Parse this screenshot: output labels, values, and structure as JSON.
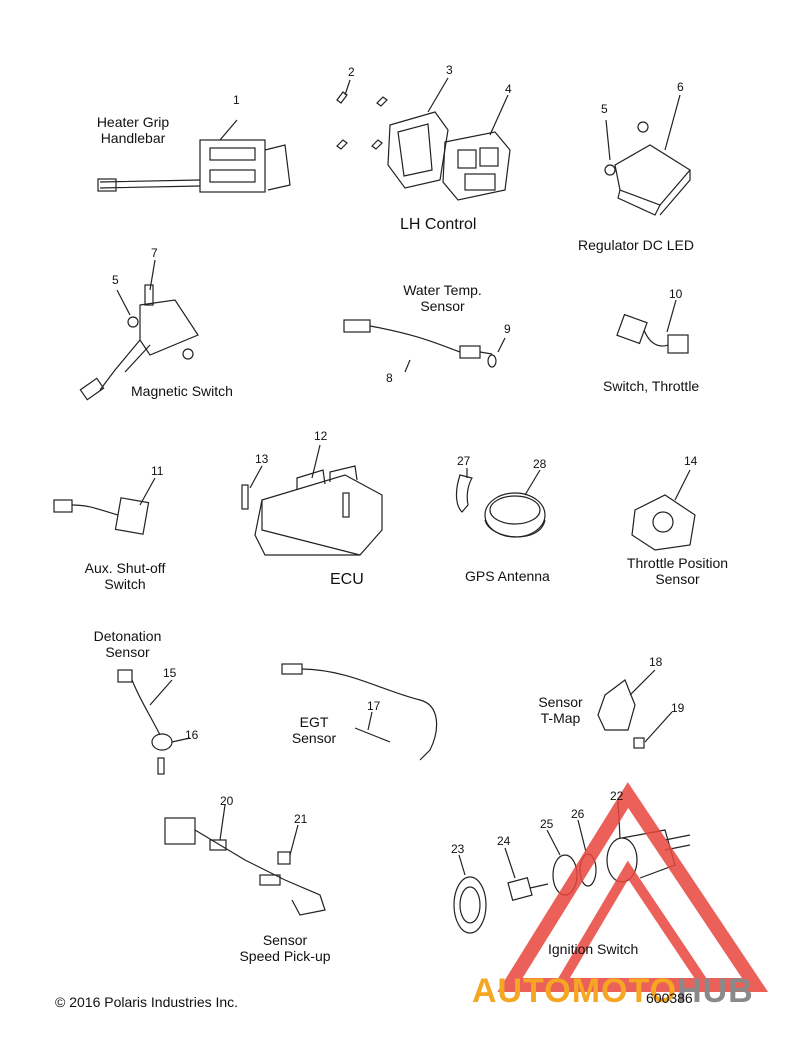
{
  "groups": [
    {
      "key": "heater_grip",
      "label": "Heater Grip\nHandlebar"
    },
    {
      "key": "lh_control",
      "label": "LH Control"
    },
    {
      "key": "regulator",
      "label": "Regulator DC LED"
    },
    {
      "key": "water_temp",
      "label": "Water Temp.\nSensor"
    },
    {
      "key": "magnetic_switch",
      "label": "Magnetic Switch"
    },
    {
      "key": "switch_throttle",
      "label": "Switch, Throttle"
    },
    {
      "key": "aux_shutoff",
      "label": "Aux. Shut-off\nSwitch"
    },
    {
      "key": "ecu",
      "label": "ECU"
    },
    {
      "key": "gps_antenna",
      "label": "GPS Antenna"
    },
    {
      "key": "tps",
      "label": "Throttle Position\nSensor"
    },
    {
      "key": "detonation",
      "label": "Detonation\nSensor"
    },
    {
      "key": "egt",
      "label": "EGT\nSensor"
    },
    {
      "key": "tmap",
      "label": "Sensor\nT-Map"
    },
    {
      "key": "speed",
      "label": "Sensor\nSpeed Pick-up"
    },
    {
      "key": "ignition",
      "label": "Ignition Switch"
    }
  ],
  "callouts": [
    "1",
    "2",
    "3",
    "4",
    "5",
    "6",
    "5",
    "7",
    "8",
    "9",
    "10",
    "11",
    "12",
    "13",
    "27",
    "28",
    "14",
    "15",
    "16",
    "17",
    "18",
    "19",
    "20",
    "21",
    "22",
    "23",
    "24",
    "25",
    "26"
  ],
  "footer": {
    "copyright": "© 2016 Polaris Industries Inc.",
    "figure_id": "600386"
  },
  "watermark": {
    "text_part1": "AUTOMOTO",
    "text_part2": "HUB",
    "color_orange": "#f5a623",
    "color_red": "#e8453c",
    "color_gray": "#8a8a8a"
  }
}
